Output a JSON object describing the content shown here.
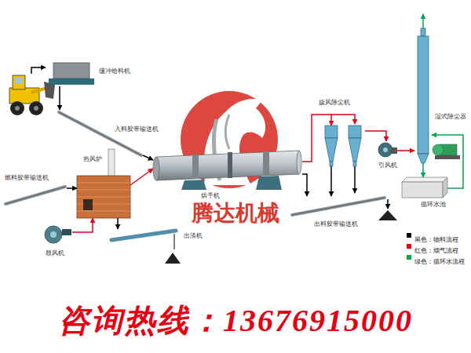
{
  "diagram": {
    "nodes": [
      {
        "text": [
          "缓冲给料机"
        ]
      },
      {
        "text": [
          "入料胶带输送机"
        ]
      },
      {
        "text": [
          "烘干机"
        ]
      },
      {
        "text": [
          "燃料胶带输送机"
        ]
      },
      {
        "text": [
          "热风炉"
        ]
      },
      {
        "text": [
          "鼓风机"
        ]
      },
      {
        "text": [
          "出渣机"
        ]
      },
      {
        "text": [
          "旋风除尘机"
        ]
      },
      {
        "text": [
          "引风机"
        ]
      },
      {
        "text": [
          "湿式除尘器"
        ]
      },
      {
        "text": [
          "循环水池"
        ]
      },
      {
        "text": [
          "出料胶带输送机"
        ]
      }
    ],
    "edges": [
      {
        "from": 0,
        "to": 1,
        "arrow": "to"
      },
      {
        "from": 1,
        "to": 2,
        "arrow": "to"
      },
      {
        "from": 3,
        "to": 4,
        "arrow": "to"
      },
      {
        "from": 5,
        "to": 4,
        "arrow": "to"
      },
      {
        "from": 4,
        "to": 2,
        "arrow": "to"
      },
      {
        "from": 4,
        "to": 6,
        "arrow": "to"
      },
      {
        "from": 2,
        "to": 7,
        "arrow": "to"
      },
      {
        "from": 7,
        "to": 8,
        "arrow": "to"
      },
      {
        "from": 8,
        "to": 9,
        "arrow": "to"
      },
      {
        "from": 9,
        "to": 10,
        "arrow": "to"
      },
      {
        "from": 10,
        "to": 9,
        "arrow": "to"
      },
      {
        "from": 2,
        "to": 11,
        "arrow": "to"
      },
      {
        "from": 7,
        "to": 11,
        "arrow": "to"
      }
    ],
    "labels": [
      "腾达机械",
      "咨询热线：13676915000"
    ],
    "legend": [
      {
        "text": "黑色：物料流程",
        "color": "#000000"
      },
      {
        "text": "红色：烟气流程",
        "color": "#e60012"
      },
      {
        "text": "绿色：循环水流程",
        "color": "#00a651"
      }
    ]
  }
}
